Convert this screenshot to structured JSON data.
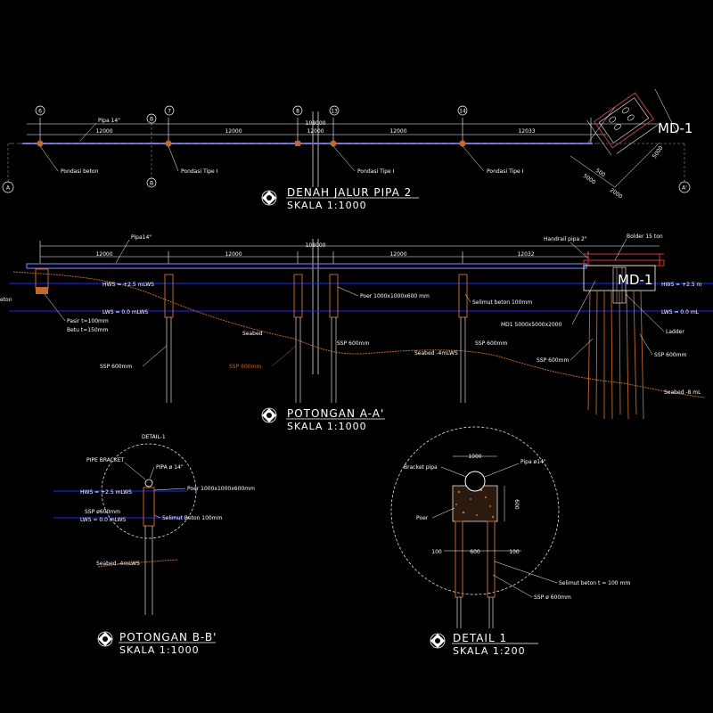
{
  "plan": {
    "axes": [
      "6",
      "7",
      "8",
      "13",
      "14"
    ],
    "axis_b": "B",
    "section_a_left": "A",
    "section_a_right": "A'",
    "pipe_label": "Pipa 14\"",
    "dims": [
      "12000",
      "12000",
      "12000",
      "12000",
      "12033"
    ],
    "total_dim": "108000",
    "labels": {
      "pondasi_beton": "Pondasi beton",
      "pondasi_tipe_1a": "Pondasi Tipe I",
      "pondasi_tipe_1b": "Pondasi Tipe I",
      "pondasi_tipe_1c": "Pondasi Tipe I"
    },
    "md_label": "MD-1",
    "md_dims": [
      "500",
      "5000",
      "5000",
      "2000"
    ],
    "title": "DENAH JALUR PIPA 2",
    "scale": "SKALA 1:1000"
  },
  "section_a": {
    "pipe_label": "Pipa14\"",
    "dims": [
      "12000",
      "12000",
      "12000",
      "12032"
    ],
    "total_dim": "108000",
    "handrail": "Handrail pipa 2\"",
    "bolder": "Bolder 15 ton",
    "md_label": "MD-1",
    "hws": "HWS = +2.5 mLWS",
    "hws_right": "HWS = +2.5 m",
    "lws": "LWS = 0.0 mLWS",
    "lws_right": "LWS = 0.0 mL",
    "beton": "eton",
    "pasir": "Pasir t=100mm",
    "betu": "Betu t=150mm",
    "seabed": "Seabed",
    "ssp_600": "SSP 600mm",
    "ssp_600b": "SSP 600mm",
    "ssp_600c": "SSP 600mm",
    "ssp_600d": "SSP 600mm",
    "ssp_600e": "SSP 600mm",
    "ssp_600f": "SSP 600mm",
    "poer": "Poer 1000x1000x600 mm",
    "selimut": "Selimut beton 100mm",
    "md1_dim": "MD1 5000x5000x2000",
    "ladder": "Ladder",
    "seabed_4": "Seabed -4mLWS",
    "seabed_8": "Seabed -8 mL",
    "title": "POTONGAN A-A'",
    "scale": "SKALA 1:1000"
  },
  "section_b": {
    "detail_label": "DETAIL-1",
    "pipe_bracket": "PIPE BRACKET",
    "pipa": "PIPA ø 14\"",
    "hws": "HWS = +2.5 mLWS",
    "poer": "Poer 1000x1000x600mm",
    "ssp": "SSP ø600mm",
    "lws": "LWS = 0.0 mLWS",
    "selimut": "Selimut Beton 100mm",
    "seabed": "Seabed -4mLWS",
    "title": "POTONGAN B-B'",
    "scale": "SKALA 1:1000"
  },
  "detail_1": {
    "dim_top": "1000",
    "dim_side": "600",
    "bracket": "Bracket pipa",
    "pipa": "Pipa ø14\"",
    "poer": "Poer",
    "dim_100a": "100",
    "dim_600": "600",
    "dim_100b": "100",
    "selimut": "Selimut beton t = 100 mm",
    "ssp": "SSP ø 600mm",
    "title": "DETAIL 1",
    "scale": "SKALA 1:200"
  },
  "colors": {
    "background": "#000000",
    "line": "#ffffff",
    "water": "#1a2cff",
    "seabed": "#c0692a",
    "pile": "#c0692a",
    "pipe": "#6a6ad0",
    "handrail": "#e03030",
    "axis": "#aaaaaa"
  }
}
